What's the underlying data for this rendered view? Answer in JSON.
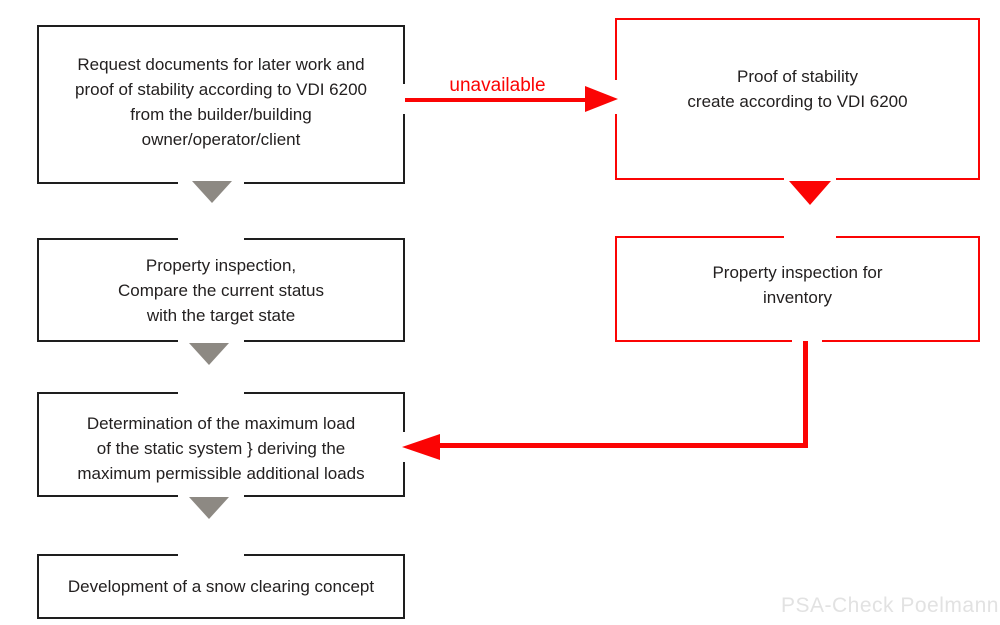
{
  "colors": {
    "background": "#ffffff",
    "box_border_black": "#1e1e1e",
    "accent_red": "#fb0404",
    "arrow_gray": "#8d8983",
    "text": "#232020",
    "watermark": "#e2e2e2"
  },
  "flow": {
    "left_column": [
      {
        "text": "Request documents for later work and\nproof of stability according to VDI 6200\nfrom the builder/building\nowner/operator/client"
      },
      {
        "text": "Property inspection,\nCompare the current status\nwith the target state"
      },
      {
        "text": "Determination of the maximum load\nof the static system } deriving the\nmaximum permissible additional loads"
      },
      {
        "text": "Development of a snow clearing concept"
      }
    ],
    "right_column": [
      {
        "text": "Proof of stability\ncreate according to VDI 6200"
      },
      {
        "text": "Property inspection for\ninventory"
      }
    ],
    "unavailable_label": "unavailable"
  },
  "watermark": {
    "text": "PSA-Check Poelmann"
  }
}
